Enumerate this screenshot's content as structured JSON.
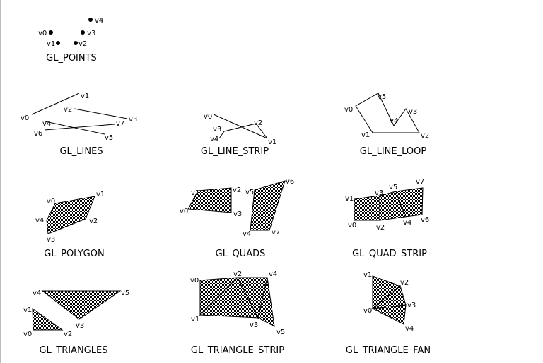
{
  "colors": {
    "line": "#000000",
    "fill": "#d0d0d0",
    "background": "#ffffff"
  },
  "panels": [
    {
      "id": "points",
      "caption": "GL_POINTS",
      "labels": [
        "v0",
        "v1",
        "v2",
        "v3",
        "v4"
      ]
    },
    {
      "id": "lines",
      "caption": "GL_LINES",
      "labels": [
        "v0",
        "v1",
        "v2",
        "v3",
        "v4",
        "v5",
        "v6",
        "v7"
      ]
    },
    {
      "id": "line-strip",
      "caption": "GL_LINE_STRIP",
      "labels": [
        "v0",
        "v1",
        "v2",
        "v3",
        "v4"
      ]
    },
    {
      "id": "line-loop",
      "caption": "GL_LINE_LOOP",
      "labels": [
        "v0",
        "v1",
        "v2",
        "v3",
        "v4",
        "v5"
      ]
    },
    {
      "id": "polygon",
      "caption": "GL_POLYGON",
      "labels": [
        "v0",
        "v1",
        "v2",
        "v3",
        "v4"
      ]
    },
    {
      "id": "quads",
      "caption": "GL_QUADS",
      "labels": [
        "v0",
        "v1",
        "v2",
        "v3",
        "v4",
        "v5",
        "v6",
        "v7"
      ]
    },
    {
      "id": "quad-strip",
      "caption": "GL_QUAD_STRIP",
      "labels": [
        "v0",
        "v1",
        "v2",
        "v3",
        "v4",
        "v5",
        "v6",
        "v7"
      ]
    },
    {
      "id": "triangles",
      "caption": "GL_TRIANGLES",
      "labels": [
        "v0",
        "v1",
        "v2",
        "v3",
        "v4",
        "v5"
      ]
    },
    {
      "id": "triangle-strip",
      "caption": "GL_TRIANGLE_STRIP",
      "labels": [
        "v0",
        "v1",
        "v2",
        "v3",
        "v4",
        "v5"
      ]
    },
    {
      "id": "triangle-fan",
      "caption": "GL_TRIANGLE_FAN",
      "labels": [
        "v0",
        "v1",
        "v2",
        "v3",
        "v4"
      ]
    }
  ]
}
